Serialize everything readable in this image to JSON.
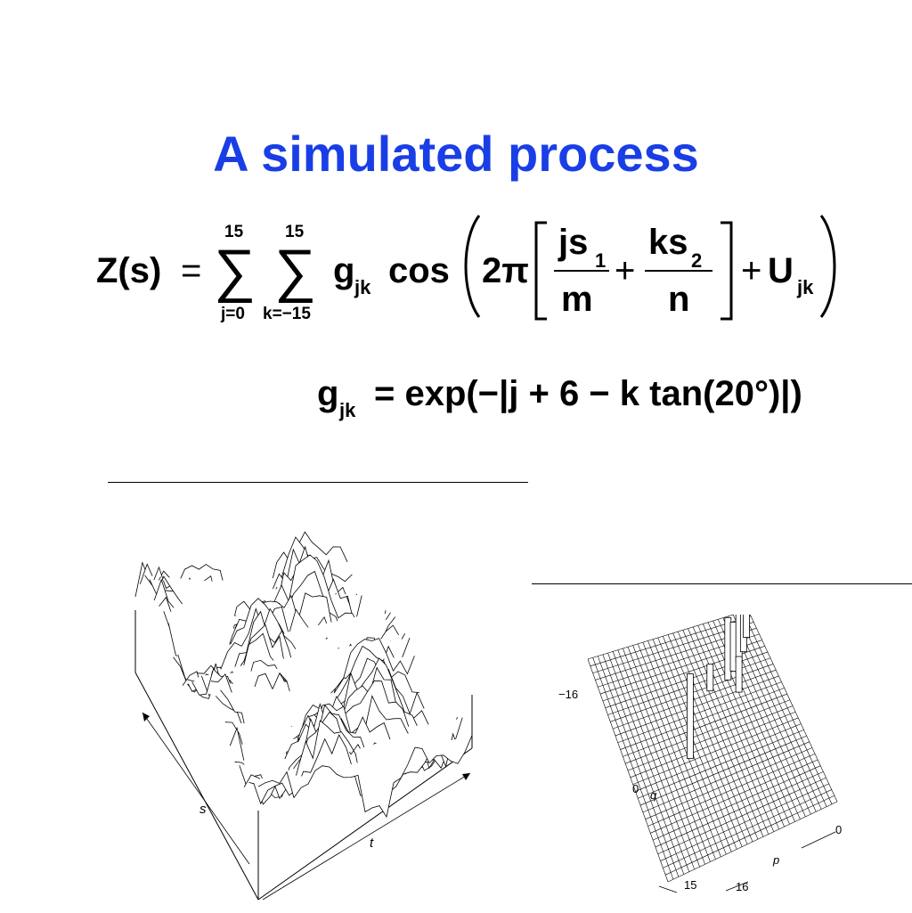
{
  "slide": {
    "title": "A simulated process"
  },
  "equation1": {
    "lhs": "Z(s)",
    "equals": "=",
    "sum1_upper": "15",
    "sum1_lower": "j=0",
    "sum2_upper": "15",
    "sum2_lower": "k=−15",
    "sigma": "∑",
    "g": "g",
    "g_sub": "jk",
    "cos": "cos",
    "two_pi": "2π",
    "num1": "js",
    "num1_sub": "1",
    "den1": "m",
    "plus": "+",
    "num2": "ks",
    "num2_sub": "2",
    "den2": "n",
    "plus2": "+",
    "u": "U",
    "u_sub": "jk"
  },
  "equation2": {
    "g": "g",
    "g_sub": "jk",
    "rhs": "= exp(−|j + 6 − k tan(20°)|)"
  },
  "figure_left": {
    "label_s": "s",
    "label_t": "t"
  },
  "figure_right": {
    "label_minus16": "−16",
    "label_0_left": "0",
    "label_q": "q",
    "label_0_right": "0",
    "label_p": "p",
    "label_15": "15",
    "label_16": "16"
  }
}
